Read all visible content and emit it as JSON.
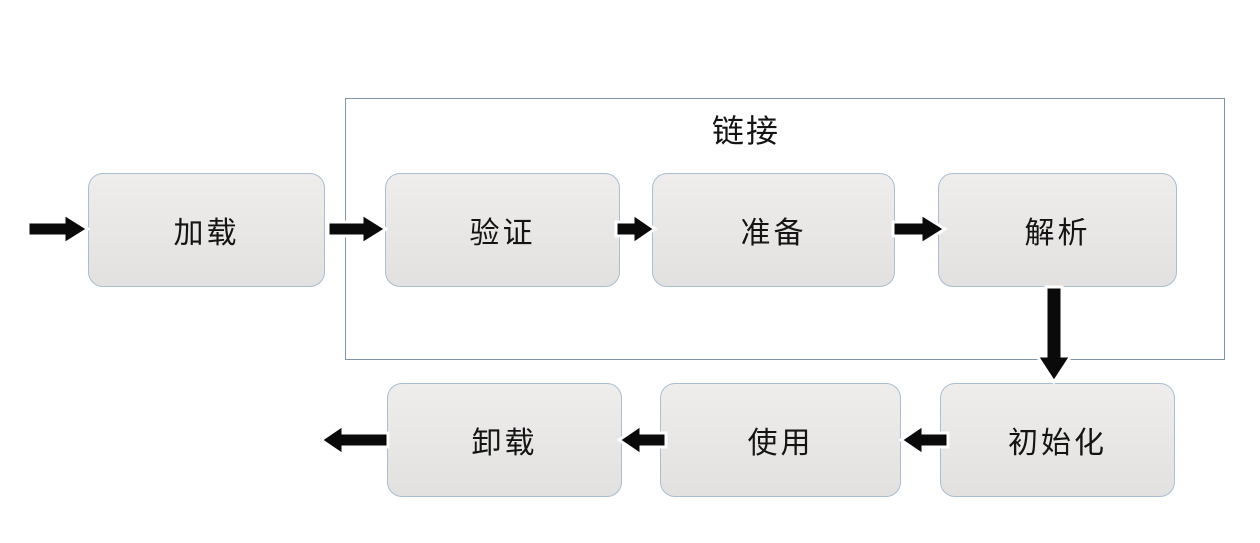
{
  "diagram": {
    "type": "flowchart",
    "topic": "class-lifecycle",
    "group": {
      "label": "链接"
    },
    "nodes": {
      "load": {
        "label": "加载"
      },
      "verify": {
        "label": "验证"
      },
      "prepare": {
        "label": "准备"
      },
      "resolve": {
        "label": "解析"
      },
      "initialize": {
        "label": "初始化"
      },
      "use": {
        "label": "使用"
      },
      "unload": {
        "label": "卸载"
      }
    },
    "edges": [
      {
        "from": "start",
        "to": "加载",
        "direction": "right"
      },
      {
        "from": "加载",
        "to": "验证",
        "direction": "right"
      },
      {
        "from": "验证",
        "to": "准备",
        "direction": "right"
      },
      {
        "from": "准备",
        "to": "解析",
        "direction": "right"
      },
      {
        "from": "解析",
        "to": "初始化",
        "direction": "down"
      },
      {
        "from": "初始化",
        "to": "使用",
        "direction": "left"
      },
      {
        "from": "使用",
        "to": "卸载",
        "direction": "left"
      },
      {
        "from": "卸载",
        "to": "end",
        "direction": "left"
      }
    ],
    "colors": {
      "box_fill_top": "#eeedec",
      "box_fill_bottom": "#e2e1e0",
      "box_border": "#a9bdd3",
      "group_border": "#8295a8",
      "arrow_fill": "#0a0a0a",
      "arrow_outline": "#ffffff",
      "text_color": "#141414",
      "bg": "#ffffff"
    }
  }
}
